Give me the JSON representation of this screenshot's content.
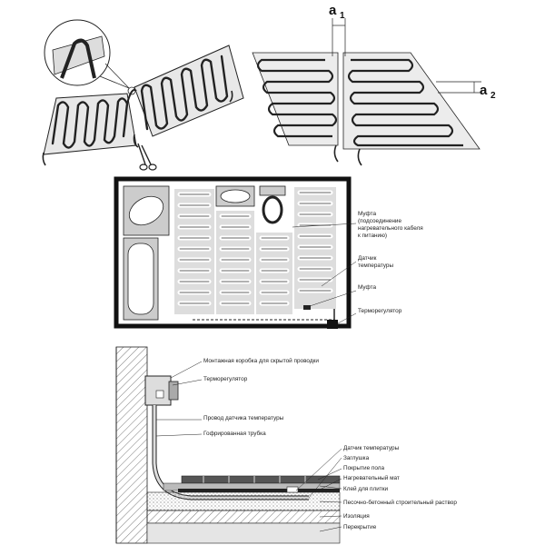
{
  "top_right": {
    "gap_width_label": "a",
    "gap_width_index": "1",
    "loop_pitch_label": "a",
    "loop_pitch_index": "2"
  },
  "floor_plan": {
    "labels": {
      "coupling_power": [
        "Муфта",
        "(подсоединение",
        "нагревательного кабеля",
        "к питанию)"
      ],
      "temp_sensor": [
        "Датчик",
        "температуры"
      ],
      "coupling": "Муфта",
      "thermostat": "Терморегулятор"
    }
  },
  "section": {
    "labels": {
      "junction_box": "Монтажная коробка для скрытой проводки",
      "thermostat": "Терморегулятор",
      "sensor_wire": "Провод датчика температуры",
      "corrugated_tube": "Гофрированная трубка",
      "temp_sensor": "Датчик температуры",
      "plug": "Заглушка",
      "floor_covering": "Покрытие пола",
      "heating_mat": "Нагревательный мат",
      "tile_adhesive": "Клей для плитки",
      "screed": "Песочно-бетонный строительный раствор",
      "insulation": "Изоляция",
      "slab": "Перекрытие"
    }
  }
}
